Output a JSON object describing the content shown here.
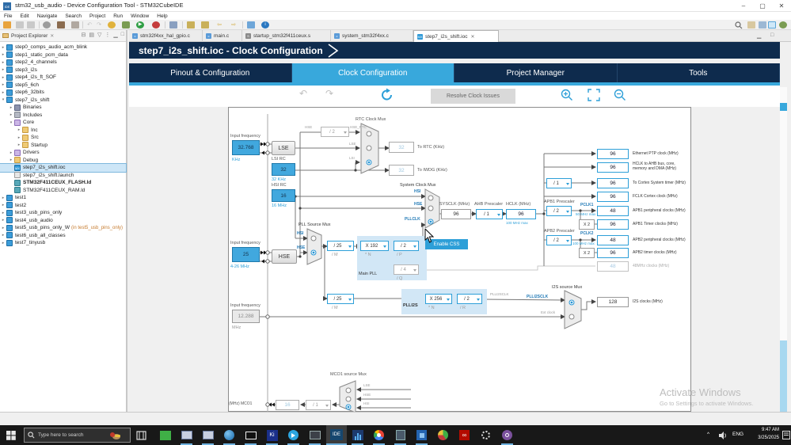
{
  "colors": {
    "accent": "#38a8dc",
    "banner_navy": "#0e2b4d",
    "enable_css": "#2d9fd8"
  },
  "window": {
    "title": "stm32_usb_audio - Device Configuration Tool - STM32CubeIDE",
    "badge": "IDE"
  },
  "menu": {
    "items": [
      "File",
      "Edit",
      "Navigate",
      "Search",
      "Project",
      "Run",
      "Window",
      "Help"
    ]
  },
  "explorer": {
    "tab_title": "Project Explorer",
    "tree": [
      {
        "label": "step0_comps_audio_acm_blink"
      },
      {
        "label": "step1_static_pcm_data"
      },
      {
        "label": "step2_4_channels"
      },
      {
        "label": "step3_i2s"
      },
      {
        "label": "step4_i2s_ft_SOF"
      },
      {
        "label": "step5_6ch"
      },
      {
        "label": "step6_32bits"
      },
      {
        "label": "step7_i2s_shift"
      },
      {
        "label": "Binaries"
      },
      {
        "label": "Includes"
      },
      {
        "label": "Core"
      },
      {
        "label": "Inc"
      },
      {
        "label": "Src"
      },
      {
        "label": "Startup"
      },
      {
        "label": "Drivers"
      },
      {
        "label": "Debug"
      },
      {
        "label": "step7_i2s_shift.ioc"
      },
      {
        "label": "step7_i2s_shift.launch"
      },
      {
        "label": "STM32F411CEUX_FLASH.ld"
      },
      {
        "label": "STM32F411CEUX_RAM.ld"
      },
      {
        "label": "test1"
      },
      {
        "label": "test2"
      },
      {
        "label": "test3_usb_pins_only"
      },
      {
        "label": "test4_usb_audio"
      },
      {
        "label": "test5_usb_pins_only_W",
        "suffix": "(in test5_usb_pins_only)"
      },
      {
        "label": "test6_usb_all_classes"
      },
      {
        "label": "test7_tinyusb"
      }
    ]
  },
  "editor_tabs": [
    {
      "label": "stm32f4xx_hal_gpio.c"
    },
    {
      "label": "main.c"
    },
    {
      "label": "startup_stm32f411ceux.s"
    },
    {
      "label": "system_stm32f4xx.c"
    },
    {
      "label": "step7_i2s_shift.ioc"
    }
  ],
  "banner": {
    "title": "step7_i2s_shift.ioc - Clock Configuration"
  },
  "main_tabs": [
    {
      "label": "Pinout & Configuration"
    },
    {
      "label": "Clock Configuration"
    },
    {
      "label": "Project Manager"
    },
    {
      "label": "Tools"
    }
  ],
  "clock_toolbar": {
    "resolve": "Resolve Clock Issues"
  },
  "clock": {
    "lse_in": {
      "label": "Input frequency",
      "value": "32.768",
      "unit": "KHz"
    },
    "lse_osc": "LSE",
    "hse_rtc": {
      "hse": "HSE",
      "div": "/ 2",
      "out": "HSE_RTC"
    },
    "rtc_mux": {
      "title": "RTC Clock Mux",
      "in_lse": "LSE",
      "in_lsi": "LSI"
    },
    "to_rtc": {
      "value": "32",
      "label": "To RTC (KHz)"
    },
    "to_iwdg": {
      "value": "32",
      "label": "To IWDG (KHz)"
    },
    "lsi": {
      "label": "LSI RC",
      "value": "32",
      "unit": "32 KHz"
    },
    "hsi": {
      "label": "HSI RC",
      "value": "16",
      "unit": "16 MHz"
    },
    "hse_in": {
      "label": "Input frequency",
      "value": "25",
      "unit": "4-26 MHz"
    },
    "hse_osc": "HSE",
    "pll_mux": {
      "title": "PLL Source Mux",
      "in1": "HSI",
      "in2": "HSE"
    },
    "pll": {
      "title": "Main PLL",
      "m": "/ 25",
      "m_label": "/ M",
      "n": "X 192",
      "n_label": "* N",
      "p": "/ 2",
      "p_label": "/ P",
      "q": "/ 4",
      "q_label": "/ Q"
    },
    "sys_mux": {
      "title": "System Clock Mux",
      "in1": "HSI",
      "in2": "HSE",
      "in3": "PLLCLK"
    },
    "enable_css": "Enable CSS",
    "sysclk": {
      "label": "SYSCLK (MHz)",
      "value": "96"
    },
    "ahb": {
      "label": "AHB Prescaler",
      "value": "/ 1"
    },
    "hclk": {
      "label": "HCLK (MHz)",
      "value": "96",
      "max": "100 MHz max"
    },
    "cortex_div": "/ 1",
    "apb1": {
      "label": "APB1 Prescaler",
      "value": "/ 2",
      "pclk": "PCLK1",
      "max": "50 MHz max",
      "mult": "X 2"
    },
    "apb2": {
      "label": "APB2 Prescaler",
      "value": "/ 2",
      "pclk": "PCLK2",
      "max": "100 MHz max",
      "mult": "X 2"
    },
    "outputs": [
      {
        "value": "96",
        "label": "Ethernet PTP clock (MHz)"
      },
      {
        "value": "96",
        "label": "HCLK to AHB bus, core, memory and DMA (MHz)"
      },
      {
        "value": "96",
        "label": "To Cortex System timer (MHz)"
      },
      {
        "value": "96",
        "label": "FCLK Cortex clock (MHz)"
      },
      {
        "value": "48",
        "label": "APB1 peripheral clocks (MHz)"
      },
      {
        "value": "96",
        "label": "APB1 Timer clocks (MHz)"
      },
      {
        "value": "48",
        "label": "APB2 peripheral clocks (MHz)"
      },
      {
        "value": "96",
        "label": "APB2 timer clocks (MHz)"
      },
      {
        "value": "48",
        "label": "48MHz clocks (MHz)"
      },
      {
        "value": "128",
        "label": "I2S clocks (MHz)"
      }
    ],
    "plli2s": {
      "title": "PLLI2S",
      "m": "/ 25",
      "m_label": "/ M",
      "n": "X 256",
      "n_label": "* N",
      "r": "/ 2",
      "r_label": "/ R",
      "out_gray": "PLLI2SCLK"
    },
    "i2s_mux": {
      "title": "I2S source Mux",
      "in1": "PLLI2SCLK",
      "in2": "Ext clock"
    },
    "i2s_ext": {
      "label": "Input frequency",
      "value": "12.288",
      "unit": "MHz"
    },
    "mco": {
      "title": "MCO1 source Mux",
      "in1": "LSE",
      "in2": "HSE",
      "in3": "HSI",
      "value": "16",
      "div": "/ 1",
      "label": "(MHz) MCO1"
    }
  },
  "watermark": {
    "line1": "Activate Windows",
    "line2": "Go to Settings to activate Windows."
  },
  "taskbar": {
    "search": "Type here to search",
    "kicad": "Ki",
    "ide": "IDE",
    "tray": {
      "lang": "ENG",
      "time": "9:47 AM",
      "date": "3/25/2025"
    }
  }
}
